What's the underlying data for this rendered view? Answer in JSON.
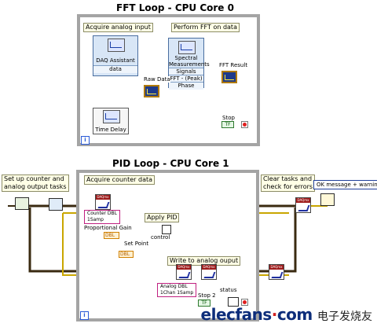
{
  "fft_loop": {
    "title": "FFT Loop - CPU Core 0",
    "acquire_comment": "Acquire analog input",
    "perform_comment": "Perform FFT on data",
    "daq_assistant": {
      "label": "DAQ Assistant",
      "terminal": "data"
    },
    "spectral": {
      "label_line1": "Spectral",
      "label_line2": "Measurements",
      "terminals": [
        "Signals",
        "FFT - (Peak)",
        "Phase"
      ]
    },
    "raw_data_label": "Raw Data",
    "fft_result_label": "FFT Result",
    "time_delay_label": "Time Delay",
    "stop_label": "Stop",
    "stop_const": "TF",
    "iteration": "i"
  },
  "pid_loop": {
    "title": "PID Loop - CPU Core 1",
    "setup_comment_line1": "Set up counter and",
    "setup_comment_line2": "analog output tasks",
    "acquire_comment": "Acquire counter data",
    "apply_comment": "Apply PID",
    "write_comment": "Write to analog ouput",
    "clear_comment_line1": "Clear tasks and",
    "clear_comment_line2": "check for errors",
    "counter_ring_line1": "Counter DBL",
    "counter_ring_line2": "1Samp",
    "proportional_gain": "Proportional Gain",
    "set_point": "Set Point",
    "control_label": "control",
    "analog_ring_line1": "Analog DBL",
    "analog_ring_line2": "1Chan 1Samp",
    "stop_label": "Stop 2",
    "status_label": "status",
    "stop_const": "TF",
    "dbl_const": "DBL",
    "iteration": "i",
    "error_selector": "OK message + warnings"
  },
  "footer": {
    "brand_left": "elecfans",
    "brand_dot": "·",
    "brand_right": "com",
    "brand_cn": "电子发烧友"
  },
  "colors": {
    "loop_border": "#a4a4a4",
    "orange_wire": "#e08000",
    "pink_wire": "#c02080",
    "green_wire": "#1e8a1e",
    "blue_wire": "#1a3ea8",
    "dark_wire": "#3a2a10"
  }
}
